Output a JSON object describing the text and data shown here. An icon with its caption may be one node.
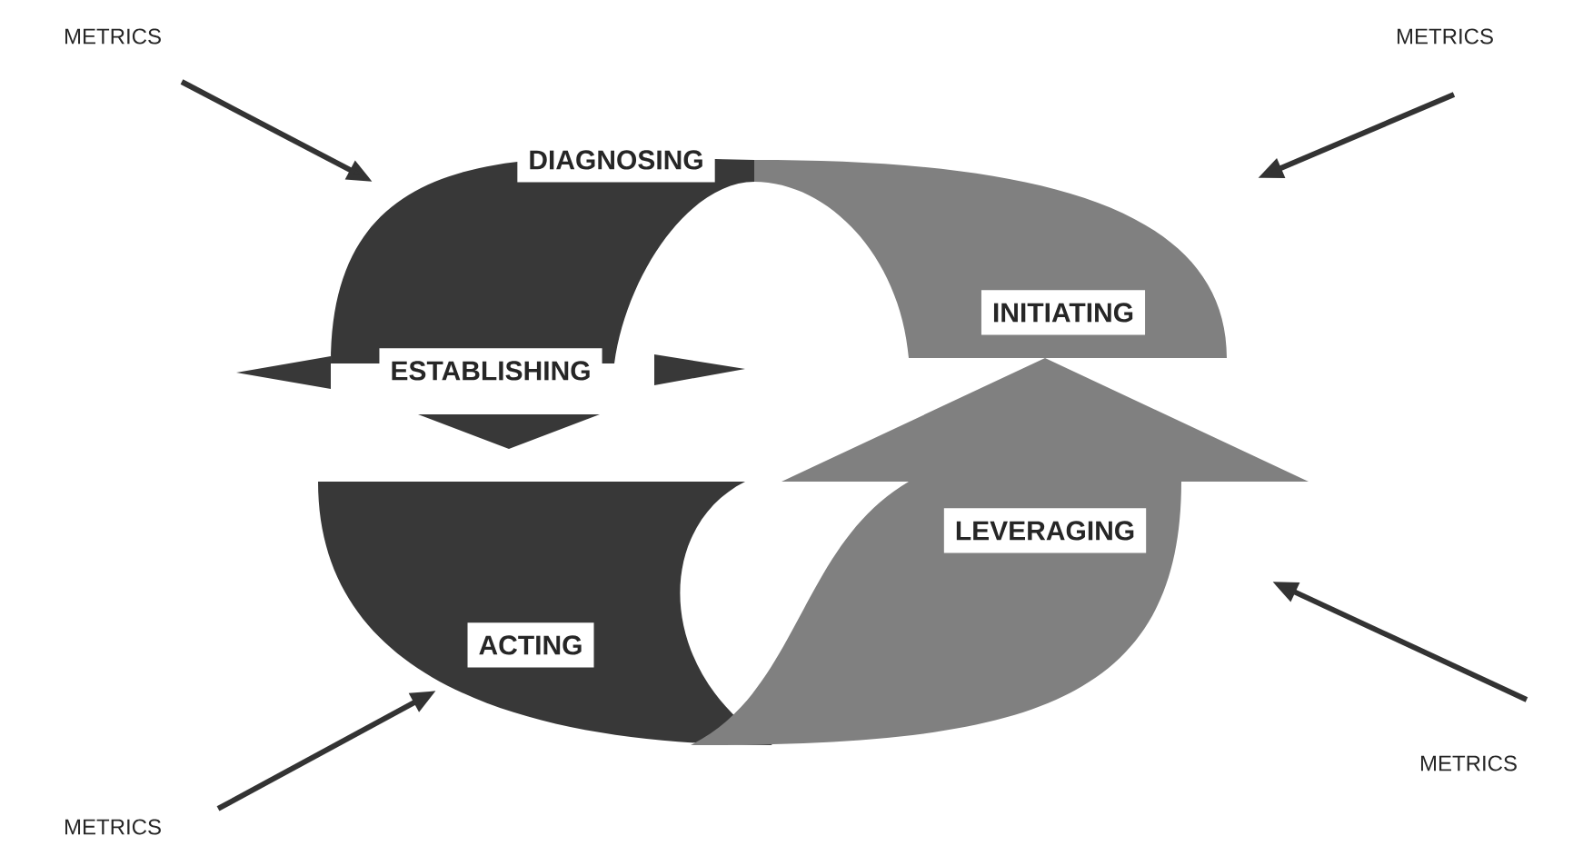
{
  "diagram": {
    "nodes": [
      {
        "text": [
          "METRICS"
        ]
      },
      {
        "text": [
          "METRICS"
        ]
      },
      {
        "text": [
          "DIAGNOSING"
        ]
      },
      {
        "text": [
          "INITIATING"
        ]
      },
      {
        "text": [
          "ESTABLISHING"
        ]
      },
      {
        "text": [
          "LEVERAGING"
        ]
      },
      {
        "text": [
          "METRICS"
        ]
      },
      {
        "text": [
          "ACTING"
        ]
      },
      {
        "text": [
          "METRICS"
        ]
      }
    ],
    "edges": [
      {
        "from": 0,
        "to": null,
        "arrow": "to"
      },
      {
        "from": 1,
        "to": null,
        "arrow": "to"
      },
      {
        "from": 6,
        "to": null,
        "arrow": "to"
      },
      {
        "from": 8,
        "to": null,
        "arrow": "to"
      }
    ]
  }
}
